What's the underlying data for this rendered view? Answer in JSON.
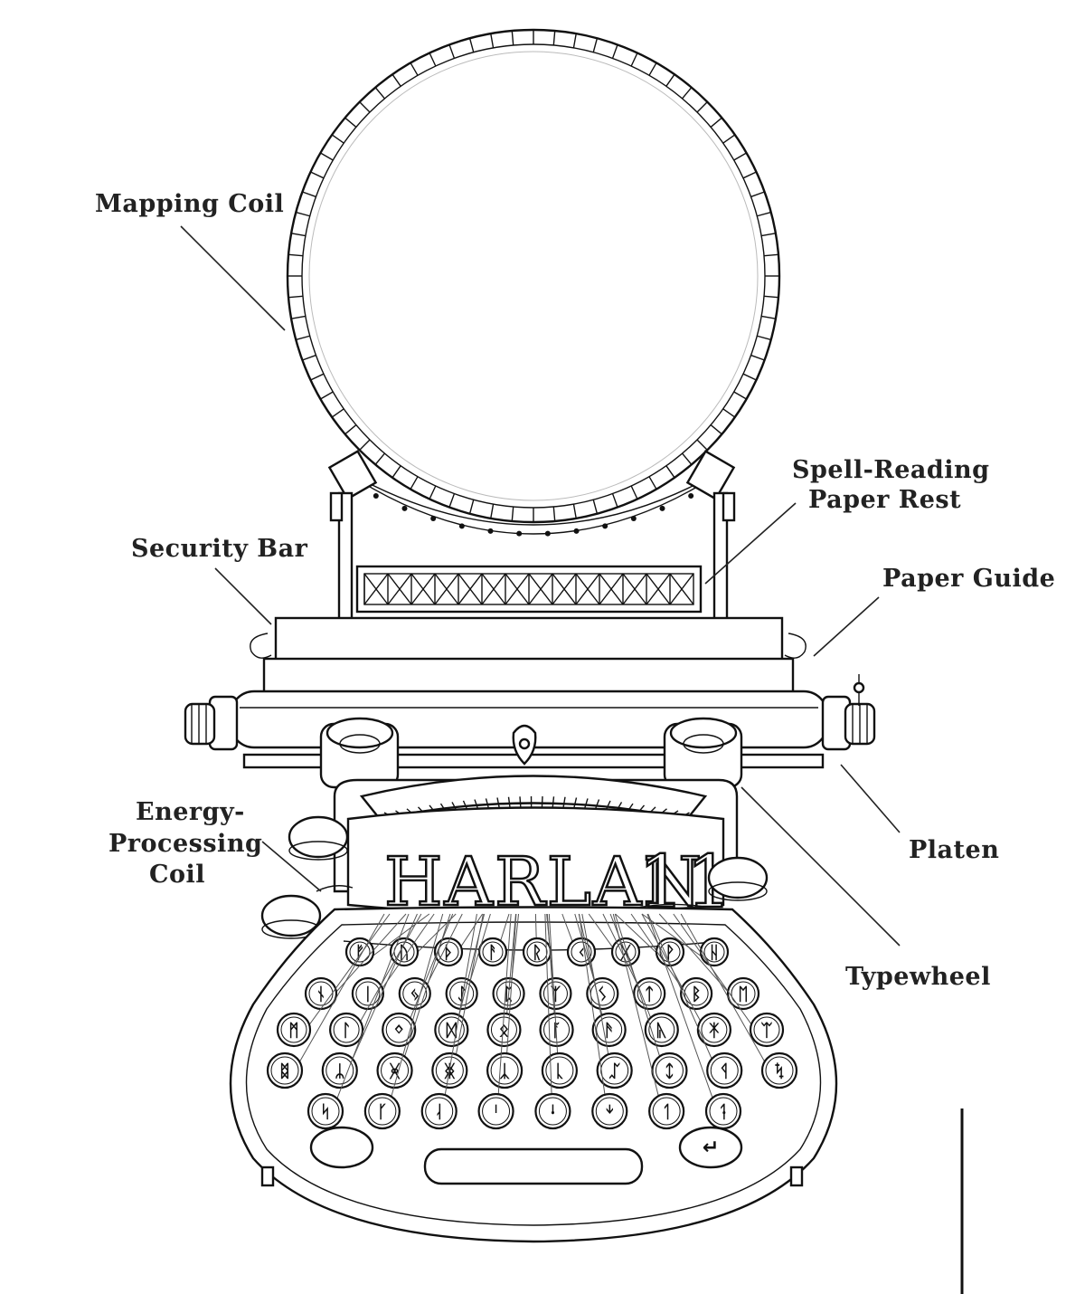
{
  "labels": {
    "mapping_coil": "Mapping Coil",
    "spell_reading_line1": "Spell-Reading",
    "spell_reading_line2": "Paper Rest",
    "security_bar": "Security Bar",
    "paper_guide": "Paper Guide",
    "energy_line1": "Energy-",
    "energy_line2": "Processing",
    "energy_line3": "Coil",
    "platen": "Platen",
    "typewheel": "Typewheel"
  },
  "brand": {
    "name": "HARLAN",
    "model": "11"
  },
  "keys": {
    "row1": [
      "ᚠ",
      "ᚢ",
      "ᚦ",
      "ᚨ",
      "ᚱ",
      "ᚲ",
      "ᚷ",
      "ᚹ",
      "ᚺ"
    ],
    "row2": [
      "ᚾ",
      "ᛁ",
      "ᛃ",
      "ᛇ",
      "ᛈ",
      "ᛉ",
      "ᛊ",
      "ᛏ",
      "ᛒ",
      "ᛖ"
    ],
    "row3": [
      "ᛗ",
      "ᛚ",
      "ᛜ",
      "ᛞ",
      "ᛟ",
      "ᚪ",
      "ᚫ",
      "ᚣ",
      "ᛡ",
      "ᛠ"
    ],
    "row4": [
      "ᛥ",
      "ᛦ",
      "ᚸ",
      "ᛤ",
      "ᛣ",
      "ᚳ",
      "ᛢ",
      "ᛨ",
      "ᛩ",
      "ᛪ"
    ],
    "row5": [
      "ᛋ",
      "ᚴ",
      "ᛆ",
      "ᛌ",
      "ᛍ",
      "ᛎ",
      "ᛐ",
      "ᛑ"
    ],
    "return": "↵"
  }
}
